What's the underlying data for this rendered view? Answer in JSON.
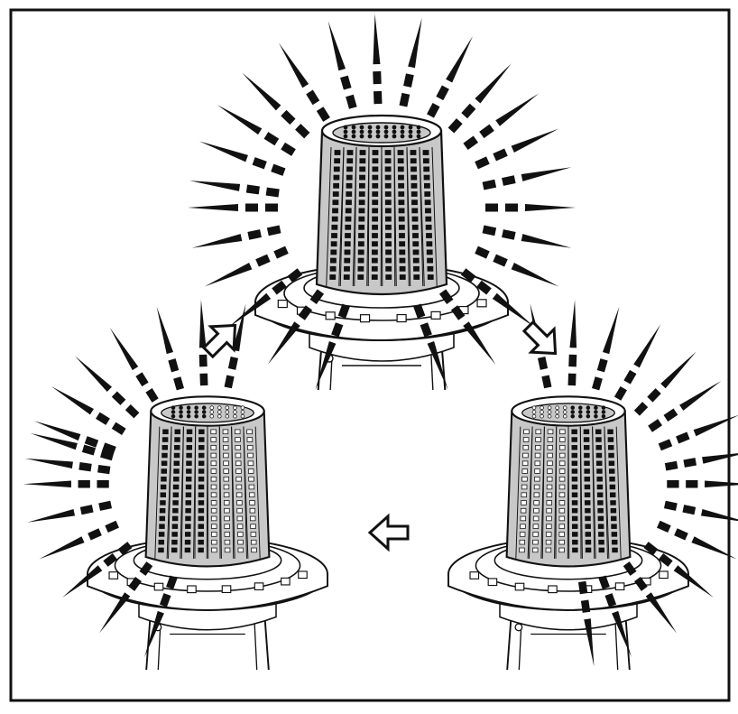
{
  "diagram": {
    "colors": {
      "ink": "#111111",
      "lens_gray": "#c8c8c8",
      "paper": "#ffffff"
    },
    "lamps": [
      {
        "name": "top",
        "illumination": "all-led-columns-lit"
      },
      {
        "name": "bottom-right",
        "illumination": "right-side-led-columns-lit"
      },
      {
        "name": "bottom-left",
        "illumination": "left-side-led-columns-lit"
      }
    ],
    "arrows": [
      {
        "name": "arrow-left-to-top",
        "direction": "up-right"
      },
      {
        "name": "arrow-top-to-right",
        "direction": "down-right"
      },
      {
        "name": "arrow-right-to-left",
        "direction": "left"
      }
    ]
  }
}
